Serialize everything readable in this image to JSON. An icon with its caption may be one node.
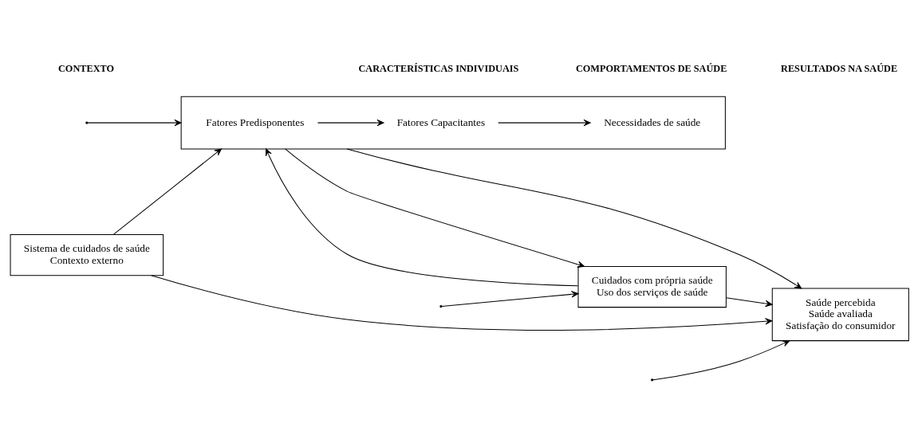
{
  "diagram": {
    "nodes": [
      {
        "text": [
          "Sistema de cuidados de saúde",
          "Contexto externo"
        ]
      },
      {
        "text": [],
        "shape": "box"
      },
      {
        "text": [
          "Fatores Predisponentes"
        ],
        "in": 1
      },
      {
        "text": [
          "Fatores Capacitantes"
        ],
        "in": 1
      },
      {
        "text": [
          "Necessidades de saúde"
        ],
        "in": 1
      },
      {
        "text": [
          "Cuidados com própria saúde",
          "Uso dos serviços de saúde"
        ]
      },
      {
        "text": [
          "Saúde percebida",
          "Saúde avaliada",
          "Satisfação do consumidor"
        ]
      }
    ],
    "edges": [
      {
        "from": 0,
        "to": 1,
        "arrow": "to"
      },
      {
        "from": 2,
        "to": 3,
        "arrow": "to"
      },
      {
        "from": 3,
        "to": 4,
        "arrow": "to"
      },
      {
        "from": 1,
        "to": 5,
        "arrow": "to"
      },
      {
        "from": 5,
        "to": 6,
        "arrow": "to"
      },
      {
        "from": 5,
        "to": 1,
        "arrow": "to"
      },
      {
        "from": 1,
        "to": 6,
        "arrow": "to"
      },
      {
        "from": 0,
        "to": 6,
        "arrow": "to"
      },
      {
        "from": null,
        "to": 1,
        "arrow": "to"
      },
      {
        "from": null,
        "to": 5,
        "arrow": "to"
      },
      {
        "from": null,
        "to": 6,
        "arrow": "to"
      }
    ],
    "labels": [
      "CONTEXTO",
      "CARACTERÍSTICAS INDIVIDUAIS",
      "COMPORTAMENTOS DE SAÚDE",
      "RESULTADOS NA SAÚDE"
    ]
  }
}
